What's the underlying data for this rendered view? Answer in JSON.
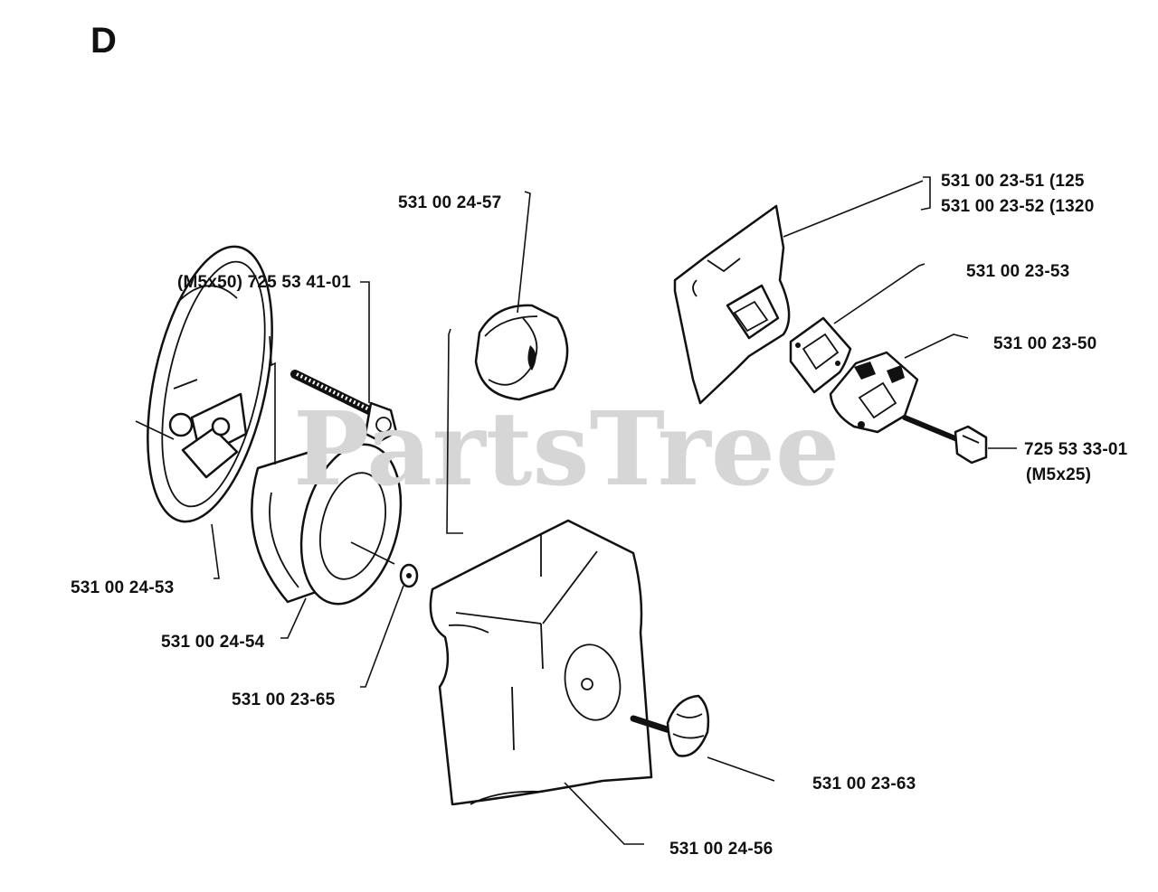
{
  "section": {
    "letter": "D"
  },
  "watermark": {
    "text": "PartsTree"
  },
  "labels": {
    "l_2457": "531 00 24-57",
    "l_725534101": "(M5x50) 725 53 41-01",
    "l_2453": "531 00 24-53",
    "l_2454": "531 00 24-54",
    "l_2365": "531 00 23-65",
    "l_2351": "531 00 23-51 (125",
    "l_2352": "531 00 23-52 (1320",
    "l_2353": "531 00 23-53",
    "l_2350": "531 00 23-50",
    "l_725533301": "725 53 33-01",
    "l_m5x25": "(M5x25)",
    "l_2363": "531 00 23-63",
    "l_2456": "531 00 24-56"
  },
  "colors": {
    "ink": "#111111",
    "watermark": "#d6d6d6",
    "background": "#ffffff"
  }
}
